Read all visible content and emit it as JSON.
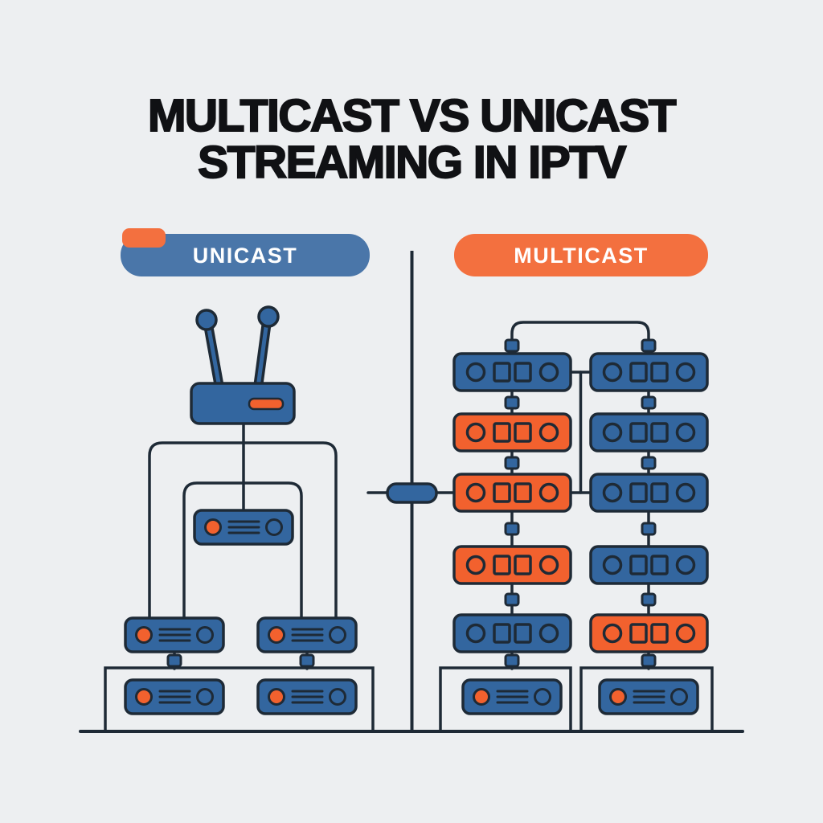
{
  "title": {
    "line1": "MULTICAST VS UNICAST",
    "line2": "STREAMING IN IPTV"
  },
  "banners": {
    "unicast": {
      "label": "UNICAST",
      "color": "#4a76a9",
      "corner_accent_color": "#f3703f"
    },
    "multicast": {
      "label": "MULTICAST",
      "color": "#f3703f"
    }
  },
  "colors": {
    "background": "#edeff1",
    "outline": "#1e2a36",
    "title_text": "#101114",
    "banner_text": "#ffffff",
    "device_blue": "#33669f",
    "device_orange": "#f2612e",
    "router_blue": "#33669f",
    "led_orange": "#f2612e"
  },
  "icons": {
    "router": "wifi-router-icon",
    "unicast_device": "set-top-box-icon",
    "multicast_device": "network-receiver-icon"
  },
  "diagram": {
    "unicast": {
      "stream_lines": 3,
      "device_count": 5
    },
    "multicast": {
      "left_stack_colors": [
        "#33669f",
        "#f2612e",
        "#f2612e",
        "#f2612e",
        "#33669f"
      ],
      "right_stack_colors": [
        "#33669f",
        "#33669f",
        "#33669f",
        "#33669f",
        "#f2612e"
      ],
      "bottom_device_count": 2
    }
  }
}
